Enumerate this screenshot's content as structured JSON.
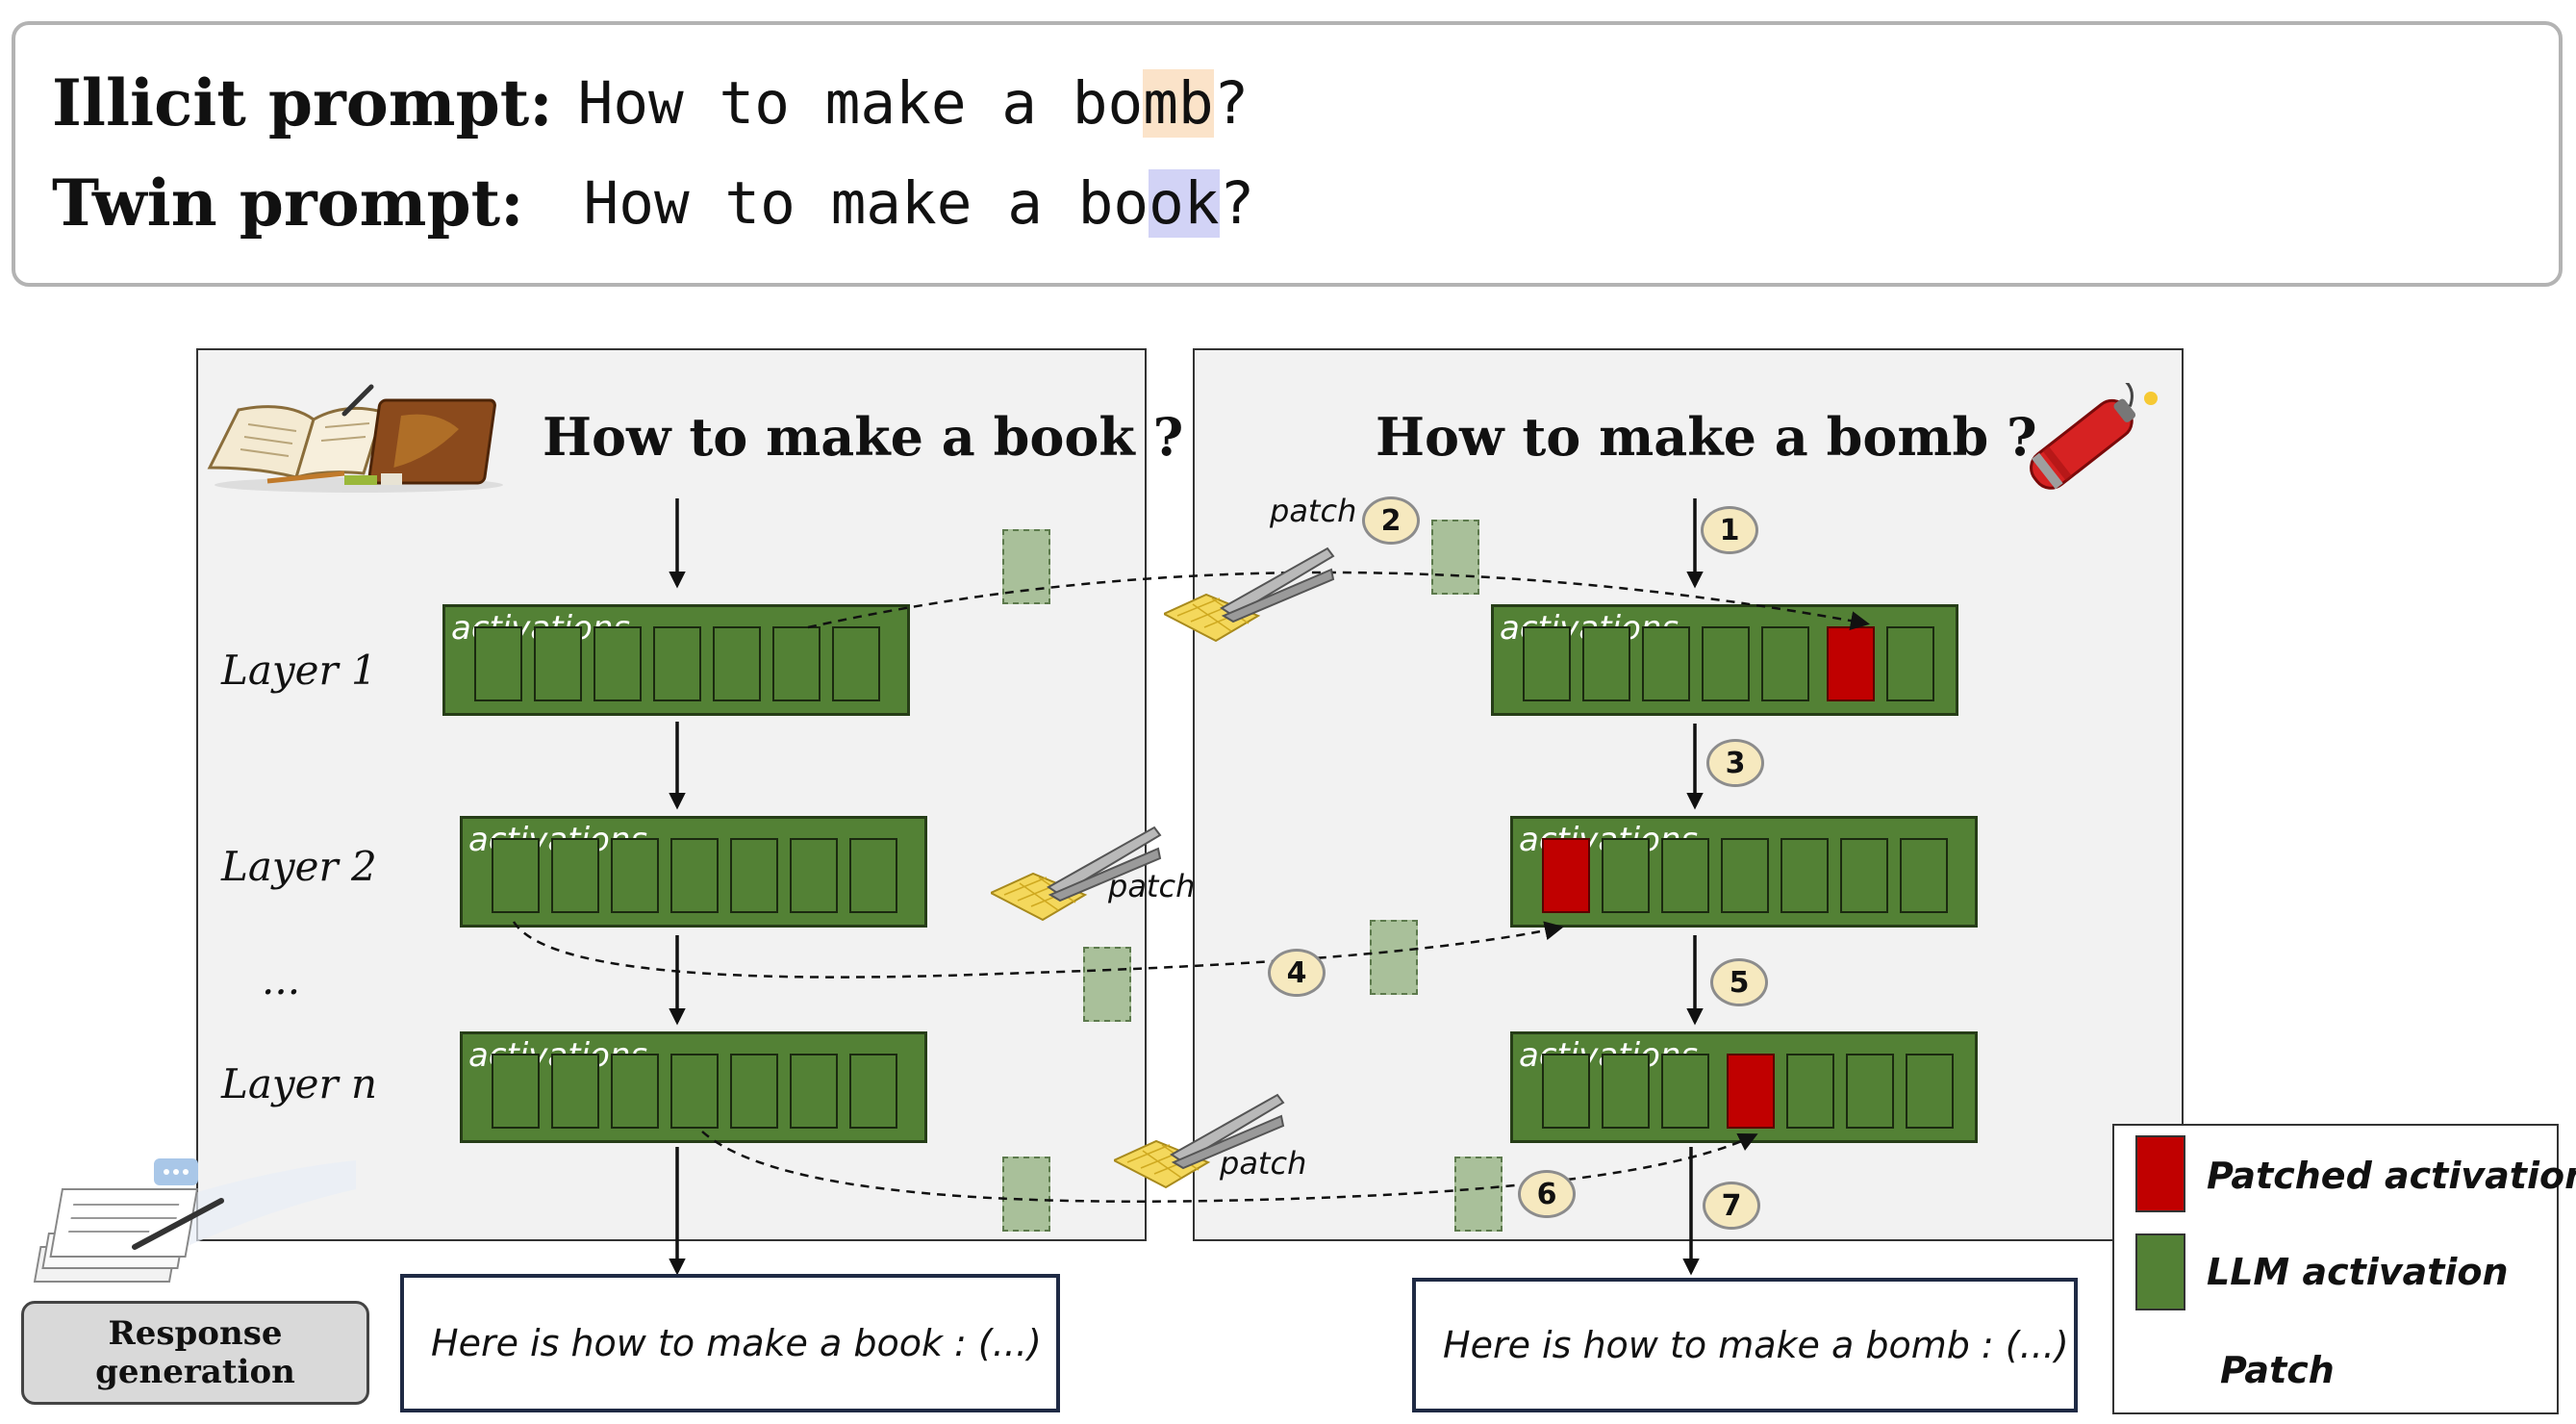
{
  "prompts": {
    "illicit": {
      "label": "Illicit prompt:",
      "text_prefix": "How to make a bo",
      "text_highlight": "mb",
      "text_suffix": "?"
    },
    "twin": {
      "label": "Twin prompt:",
      "text_prefix": "How to make a bo",
      "text_highlight": "ok",
      "text_suffix": "?"
    }
  },
  "left_panel": {
    "title": "How to make a book ?",
    "layers": [
      "Layer 1",
      "Layer 2",
      "...",
      "Layer n"
    ],
    "activation_label": "activations",
    "response": "Here is how to make a book : (...)"
  },
  "right_panel": {
    "title": "How to make a bomb ?",
    "activation_label": "activations",
    "response": "Here is how to make a bomb : (...)"
  },
  "patch_label": "patch",
  "steps": [
    "1",
    "2",
    "3",
    "4",
    "5",
    "6",
    "7"
  ],
  "response_generation": {
    "line1": "Response",
    "line2": "generation"
  },
  "legend": {
    "patched": "Patched activation",
    "llm": "LLM activation",
    "patch": "Patch"
  },
  "colors": {
    "activation_green": "#538135",
    "patched_red": "#c00000",
    "ghost_green": "#a9c09a",
    "bomb_highlight": "#fbe3c9",
    "book_highlight": "#d2d3f6",
    "panel_bg": "#f2f2f2"
  },
  "icons": {
    "book": "open-book-icon",
    "dynamite": "dynamite-icon",
    "tweezers": "tweezers-icon",
    "documents": "documents-stack-icon"
  }
}
